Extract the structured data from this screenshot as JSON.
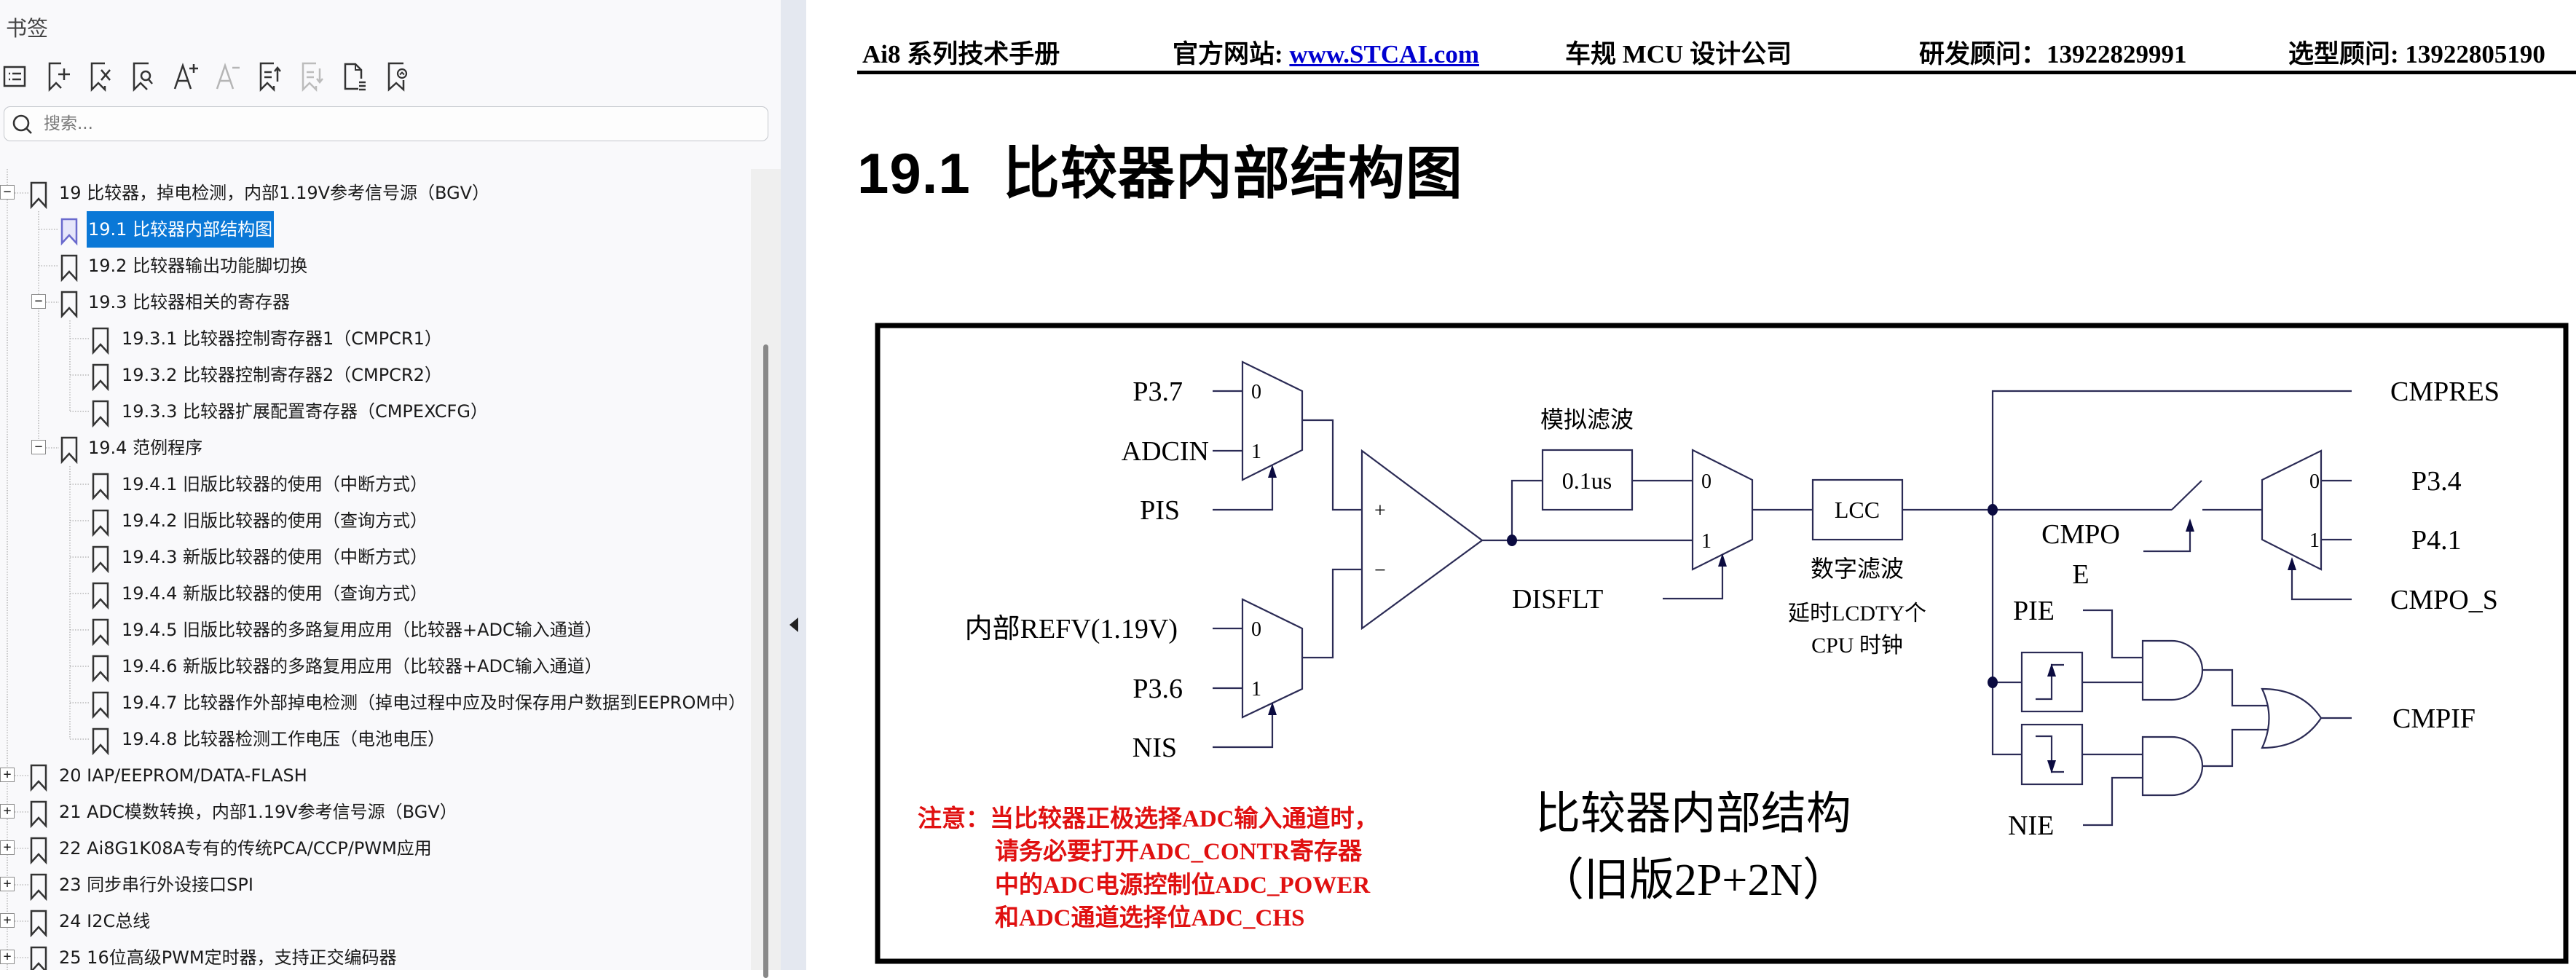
{
  "sidebar": {
    "title": "书签",
    "toolbar": [
      {
        "icon": "bookmark-list-icon",
        "tooltip_name": "expand-all",
        "enabled": true
      },
      {
        "icon": "add-bookmark-icon",
        "tooltip_name": "add-bookmark",
        "enabled": true
      },
      {
        "icon": "delete-bookmark-icon",
        "tooltip_name": "delete-bookmark",
        "enabled": true
      },
      {
        "icon": "find-bookmark-icon",
        "tooltip_name": "find-bookmark",
        "enabled": true
      },
      {
        "icon": "increase-font-icon",
        "tooltip_name": "increase-font",
        "enabled": true
      },
      {
        "icon": "decrease-font-icon",
        "tooltip_name": "decrease-font",
        "enabled": false
      },
      {
        "icon": "move-up-icon",
        "tooltip_name": "move-up",
        "enabled": true
      },
      {
        "icon": "move-down-icon",
        "tooltip_name": "move-down",
        "enabled": false
      },
      {
        "icon": "page-outline-icon",
        "tooltip_name": "page-outline",
        "enabled": true
      },
      {
        "icon": "bookmark-collapse-icon",
        "tooltip_name": "collapse-bookmark",
        "enabled": true
      }
    ],
    "search": {
      "placeholder": "搜索...",
      "value": ""
    },
    "tree": [
      {
        "level": 0,
        "expander": "−",
        "label": "19  比较器，掉电检测，内部1.19V参考信号源（BGV）",
        "selected": false
      },
      {
        "level": 1,
        "expander": null,
        "label": "19.1  比较器内部结构图",
        "selected": true
      },
      {
        "level": 1,
        "expander": null,
        "label": "19.2 比较器输出功能脚切换",
        "selected": false
      },
      {
        "level": 1,
        "expander": "−",
        "label": "19.3  比较器相关的寄存器",
        "selected": false
      },
      {
        "level": 2,
        "expander": null,
        "label": "19.3.1 比较器控制寄存器1（CMPCR1）",
        "selected": false
      },
      {
        "level": 2,
        "expander": null,
        "label": "19.3.2  比较器控制寄存器2（CMPCR2）",
        "selected": false
      },
      {
        "level": 2,
        "expander": null,
        "label": "19.3.3  比较器扩展配置寄存器（CMPEXCFG）",
        "selected": false
      },
      {
        "level": 1,
        "expander": "−",
        "label": "19.4  范例程序",
        "selected": false
      },
      {
        "level": 2,
        "expander": null,
        "label": "19.4.1 旧版比较器的使用（中断方式）",
        "selected": false
      },
      {
        "level": 2,
        "expander": null,
        "label": "19.4.2 旧版比较器的使用（查询方式）",
        "selected": false
      },
      {
        "level": 2,
        "expander": null,
        "label": "19.4.3 新版比较器的使用（中断方式）",
        "selected": false
      },
      {
        "level": 2,
        "expander": null,
        "label": "19.4.4 新版比较器的使用（查询方式）",
        "selected": false
      },
      {
        "level": 2,
        "expander": null,
        "label": "19.4.5 旧版比较器的多路复用应用（比较器+ADC输入通道）",
        "selected": false
      },
      {
        "level": 2,
        "expander": null,
        "label": "19.4.6 新版比较器的多路复用应用（比较器+ADC输入通道）",
        "selected": false
      },
      {
        "level": 2,
        "expander": null,
        "label": "19.4.7 比较器作外部掉电检测（掉电过程中应及时保存用户数据到EEPROM中）",
        "selected": false
      },
      {
        "level": 2,
        "expander": null,
        "label": "19.4.8 比较器检测工作电压（电池电压）",
        "selected": false
      },
      {
        "level": 0,
        "expander": "+",
        "label": "20  IAP/EEPROM/DATA-FLASH",
        "selected": false
      },
      {
        "level": 0,
        "expander": "+",
        "label": "21  ADC模数转换，内部1.19V参考信号源（BGV）",
        "selected": false
      },
      {
        "level": 0,
        "expander": "+",
        "label": "22  Ai8G1K08A专有的传统PCA/CCP/PWM应用",
        "selected": false
      },
      {
        "level": 0,
        "expander": "+",
        "label": "23  同步串行外设接口SPI",
        "selected": false
      },
      {
        "level": 0,
        "expander": "+",
        "label": "24  I2C总线",
        "selected": false
      },
      {
        "level": 0,
        "expander": "+",
        "label": "25  16位高级PWM定时器，支持正交编码器",
        "selected": false
      }
    ],
    "collapse_arrow": "◀"
  },
  "document": {
    "header": {
      "manual": "Ai8 系列技术手册",
      "site_label": "官方网站: ",
      "site_url": "www.STCAI.com",
      "company": "车规 MCU 设计公司",
      "rd_contact": "研发顾问：13922829991",
      "sales_contact": "选型顾问: 13922805190"
    },
    "heading": {
      "number": "19.1",
      "title": "比较器内部结构图"
    },
    "diagram": {
      "pos_mux_inputs": [
        "P3.7",
        "ADCIN"
      ],
      "pos_select": "PIS",
      "neg_mux_inputs": [
        "内部REFV(1.19V)",
        "P3.6"
      ],
      "neg_select": "NIS",
      "mux_index_0": "0",
      "mux_index_1": "1",
      "plus": "+",
      "minus": "−",
      "analog_filter_label": "模拟滤波",
      "analog_filter_value": "0.1us",
      "filter_disable": "DISFLT",
      "digital_filter_block": "LCC",
      "digital_filter_label": "数字滤波",
      "digital_filter_desc_1": "延时LCDTY个",
      "digital_filter_desc_2": "CPU 时钟",
      "result": "CMPRES",
      "output_enable_1": "CMPO",
      "output_enable_2": "E",
      "output_pins": [
        "P3.4",
        "P4.1"
      ],
      "output_select": "CMPO_S",
      "rising_enable": "PIE",
      "falling_enable": "NIE",
      "interrupt_flag": "CMPIF",
      "caption_1": "比较器内部结构",
      "caption_2": "（旧版2P+2N）",
      "note_lines": [
        "注意：当比较器正极选择ADC输入通道时，",
        "请务必要打开ADC_CONTR寄存器",
        "中的ADC电源控制位ADC_POWER",
        "和ADC通道选择位ADC_CHS"
      ]
    }
  },
  "colors": {
    "selection": "#0a78d7",
    "wire": "#2b2b55",
    "note": "#e01010",
    "link": "#0000d0"
  }
}
